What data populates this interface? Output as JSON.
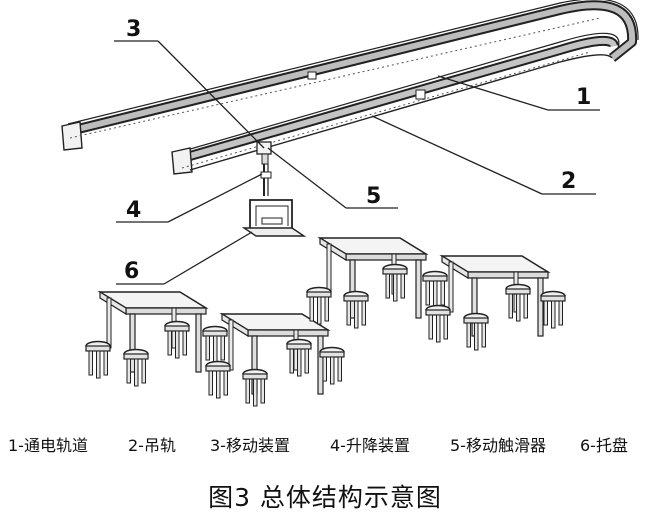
{
  "callouts": [
    "1",
    "2",
    "3",
    "4",
    "5",
    "6"
  ],
  "legend": [
    "1-通电轨道",
    "2-吊轨",
    "3-移动装置",
    "4-升降装置",
    "5-移动触滑器",
    "6-托盘"
  ],
  "caption": "图3  总体结构示意图"
}
